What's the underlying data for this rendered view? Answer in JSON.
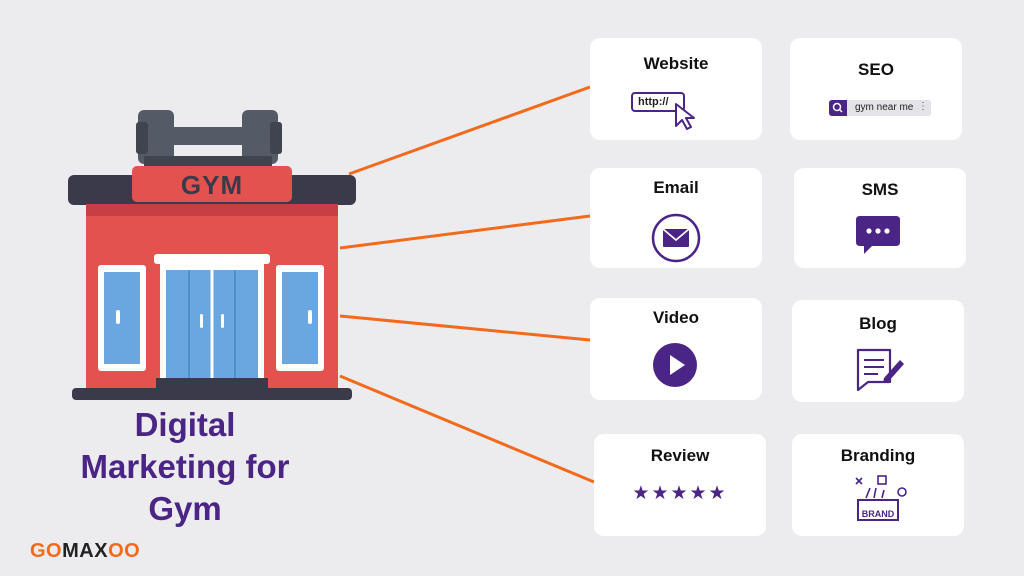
{
  "building": {
    "sign": "GYM"
  },
  "title": {
    "line1": "Digital",
    "line2": "Marketing for",
    "line3": "Gym"
  },
  "logo": {
    "part1": "GO",
    "part2": "MAX",
    "part3": "OO"
  },
  "cards": {
    "website": {
      "label": "Website",
      "url": "http://"
    },
    "seo": {
      "label": "SEO",
      "query": "gym near me"
    },
    "email": {
      "label": "Email"
    },
    "sms": {
      "label": "SMS"
    },
    "video": {
      "label": "Video"
    },
    "blog": {
      "label": "Blog"
    },
    "review": {
      "label": "Review",
      "stars": "★★★★★"
    },
    "branding": {
      "label": "Branding",
      "badge": "BRAND"
    }
  },
  "colors": {
    "accent": "#4b2585",
    "connector": "#f26a1b",
    "building": "#e4524f",
    "roof": "#3b3a4a"
  }
}
